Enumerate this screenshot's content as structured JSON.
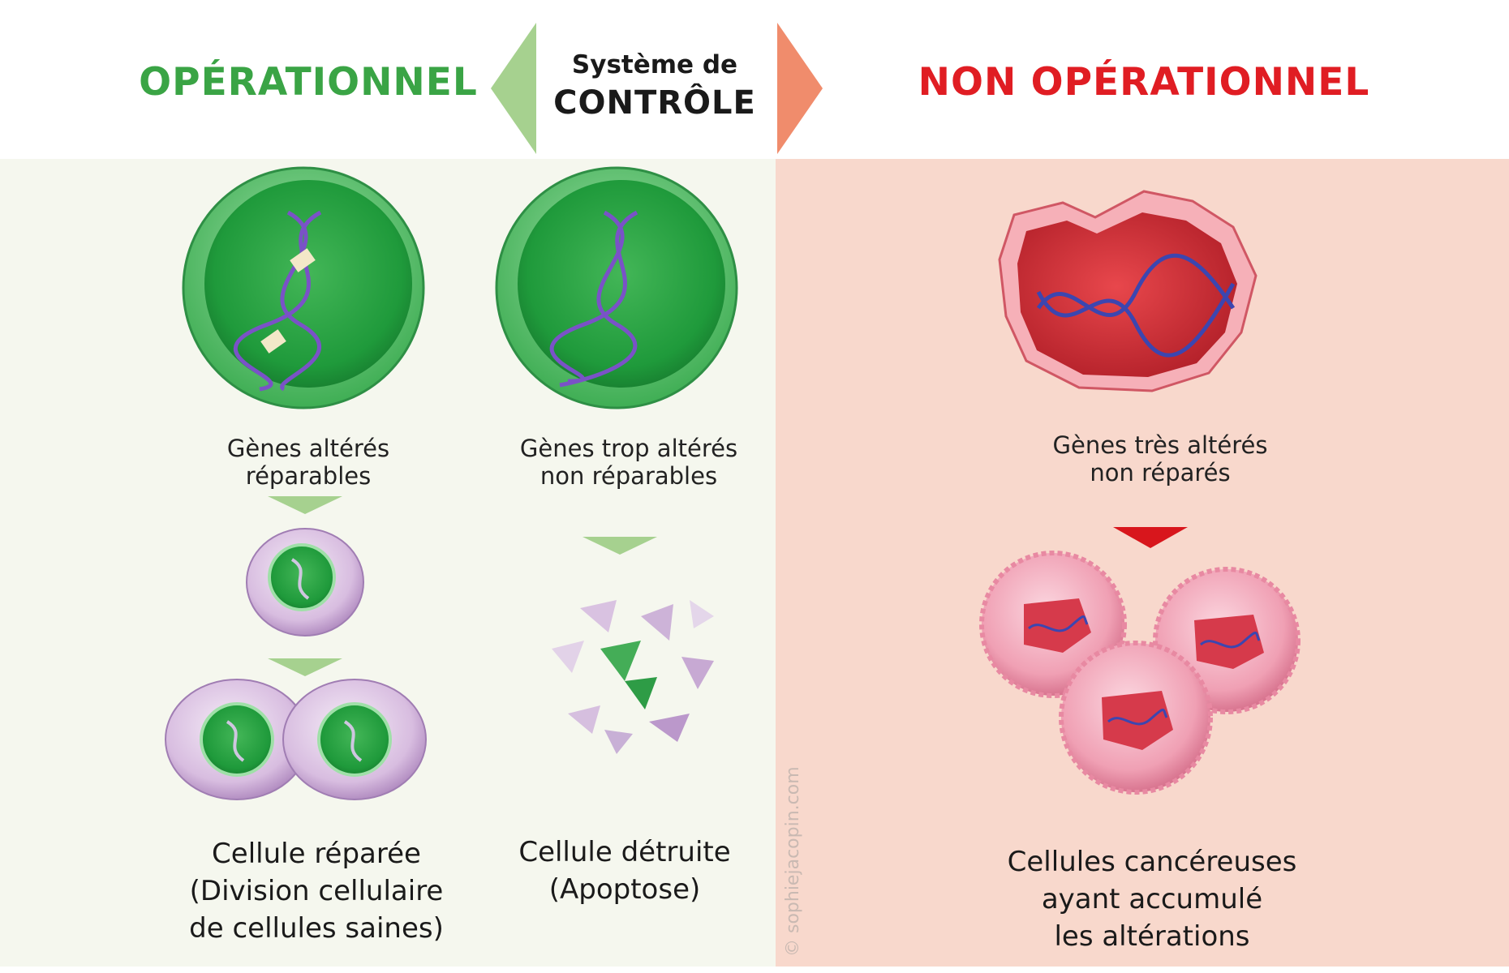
{
  "header": {
    "operational": "OPÉRATIONNEL",
    "non_operational": "NON  OPÉRATIONNEL",
    "control_line1": "Système de",
    "control_line2": "CONTRÔLE"
  },
  "labels": {
    "repairable": "Gènes altérés\nréparables",
    "too_altered": "Gènes trop altérés\nnon  réparables",
    "very_altered": "Gènes très altérés\nnon  réparés"
  },
  "captions": {
    "repaired": "Cellule réparée\n(Division cellulaire\nde cellules saines)",
    "destroyed": "Cellule détruite\n(Apoptose)",
    "cancer": "Cellules cancéreuses\nayant accumulé\nles altérations"
  },
  "watermark": "© sophiejacopin.com",
  "colors": {
    "green": "#3aa445",
    "red": "#e01d23",
    "left_bg": "#f5f7ee",
    "right_bg": "#f8d8cc",
    "arrow_green": "#a6d18f",
    "arrow_orange": "#f08c6c",
    "pointer_red": "#d8161c"
  }
}
